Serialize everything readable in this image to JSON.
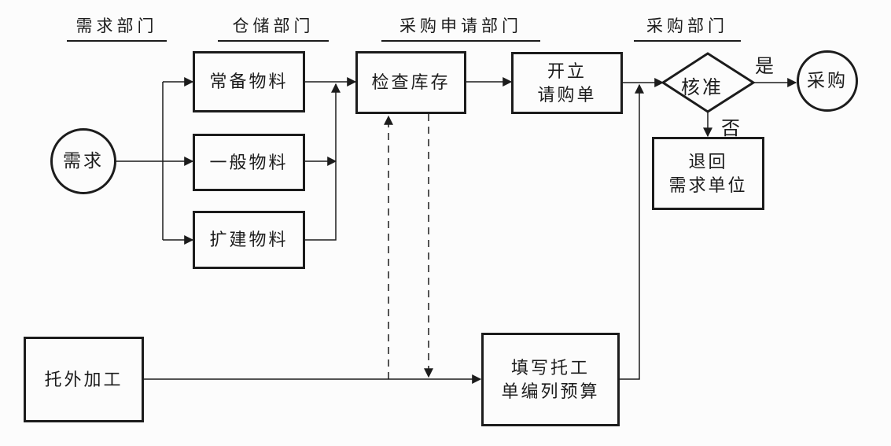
{
  "diagram": {
    "title_hint": "purchasing-material-flow",
    "headers": {
      "demand_dept": "需求部门",
      "warehouse_dept": "仓储部门",
      "purchase_request_dept": "采购申请部门",
      "purchase_dept": "采购部门"
    },
    "nodes": {
      "demand": "需求",
      "standing_material": "常备物料",
      "general_material": "一般物料",
      "expansion_material": "扩建物料",
      "check_inventory": "检查库存",
      "create_requisition": "开立\n请购单",
      "approval": "核准",
      "purchase": "采购",
      "return_to_requester": "退回\n需求单位",
      "outsourced_processing": "托外加工",
      "fill_work_order_budget": "填写托工\n单编列预算"
    },
    "edge_labels": {
      "yes": "是",
      "no": "否"
    },
    "colors": {
      "line": "#1c1c1c",
      "text": "#1c1c1c",
      "background": "#fcfcfc"
    }
  }
}
